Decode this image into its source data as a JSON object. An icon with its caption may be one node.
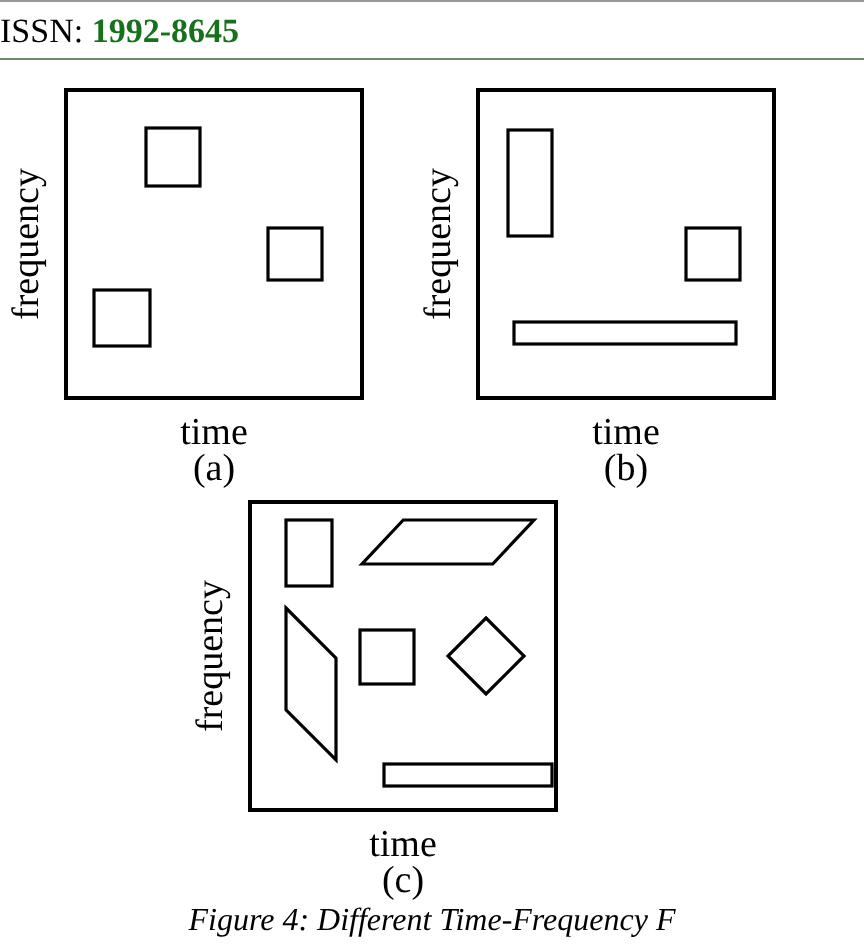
{
  "diagram": {
    "title": "ISSN: **1992-8645**",
    "caption": "Figure 4: Different Time-Frequency F",
    "nodes": [
      {
        "text": [
          "frequency",
          "time",
          "(a)"
        ]
      },
      {
        "text": [],
        "shape": "box",
        "in": 0
      },
      {
        "text": [],
        "shape": "box",
        "in": 0
      },
      {
        "text": [],
        "shape": "box",
        "in": 0
      },
      {
        "text": [
          "frequency",
          "time",
          "(b)"
        ]
      },
      {
        "text": [],
        "shape": "bar",
        "in": 4
      },
      {
        "text": [],
        "shape": "box",
        "in": 4
      },
      {
        "text": [],
        "shape": "bar",
        "in": 4
      },
      {
        "text": [
          "frequency",
          "time",
          "(c)"
        ]
      },
      {
        "text": [],
        "shape": "bar",
        "in": 8
      },
      {
        "text": [],
        "shape": "parallelogram",
        "in": 8
      },
      {
        "text": [],
        "shape": "parallelogram",
        "in": 8
      },
      {
        "text": [],
        "shape": "box",
        "in": 8
      },
      {
        "text": [],
        "shape": "diamond",
        "in": 8
      },
      {
        "text": [],
        "shape": "bar",
        "in": 8
      }
    ]
  }
}
